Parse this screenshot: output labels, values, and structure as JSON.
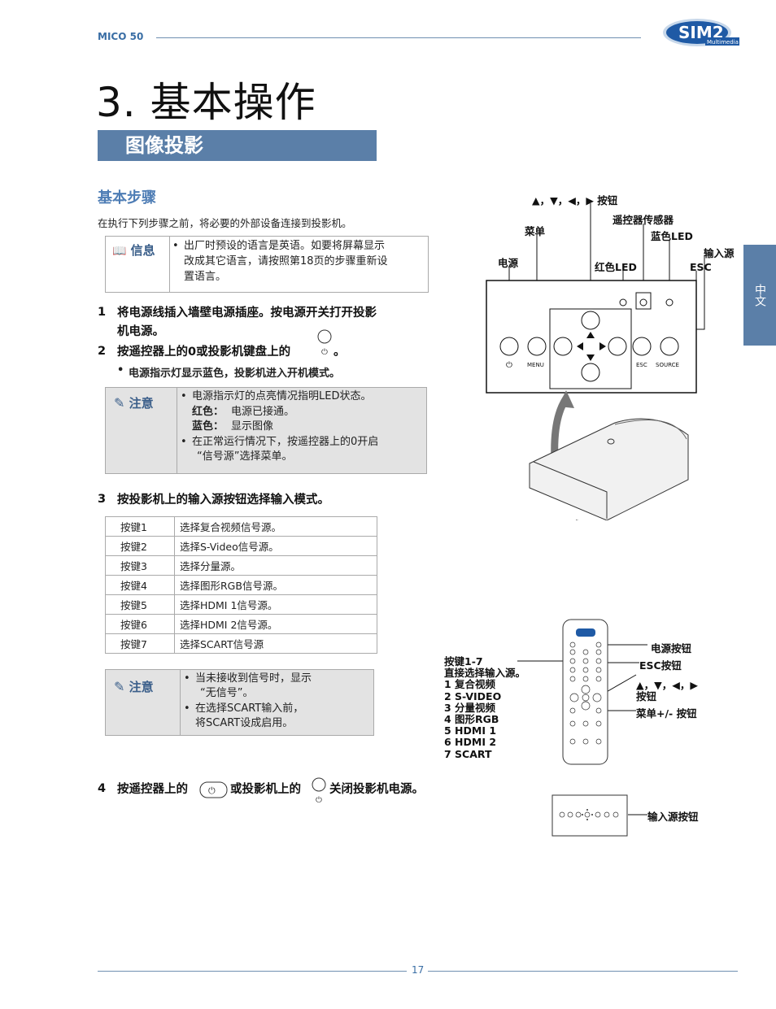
{
  "header": {
    "model": "MICO 50",
    "logo_text": "SIM2",
    "logo_sub": "Multimedia"
  },
  "chapter_title": "3. 基本操作",
  "section_banner": "图像投影",
  "subsection": "基本步骤",
  "intro": "在执行下列步骤之前，将必要的外部设备连接到投影机。",
  "info_box": {
    "label": "信息",
    "lines": [
      "出厂时预设的语言是英语。如要将屏幕显示",
      "改成其它语言，请按照第18页的步骤重新设",
      "置语言。"
    ]
  },
  "steps": {
    "s1_num": "1",
    "s1_line1": "将电源线插入墙壁电源插座。按电源开关打开投影",
    "s1_line2": "机电源。",
    "s2_num": "2",
    "s2_text": "按遥控器上的0或投影机键盘上的",
    "s2_end": "。",
    "s2_sub": "电源指示灯显示蓝色，投影机进入开机模式。",
    "s3_num": "3",
    "s3_text": "按投影机上的输入源按钮选择输入模式。",
    "s4_num": "4",
    "s4_a": "按遥控器上的",
    "s4_b": "或投影机上的",
    "s4_c": "关闭投影机电源。"
  },
  "note1": {
    "label": "注意",
    "l1": "电源指示灯的点亮情况指明LED状态。",
    "red_k": "红色：",
    "red_v": "电源已接通。",
    "blue_k": "蓝色：",
    "blue_v": "显示图像",
    "l2": "在正常运行情况下，按遥控器上的0开启",
    "l3": "“信号源”选择菜单。"
  },
  "key_table": [
    [
      "按键1",
      "选择复合视频信号源。"
    ],
    [
      "按键2",
      "选择S-Video信号源。"
    ],
    [
      "按键3",
      "选择分量源。"
    ],
    [
      "按键4",
      "选择图形RGB信号源。"
    ],
    [
      "按键5",
      "选择HDMI 1信号源。"
    ],
    [
      "按键6",
      "选择HDMI 2信号源。"
    ],
    [
      "按键7",
      "选择SCART信号源"
    ]
  ],
  "note2": {
    "label": "注意",
    "l1": "当未接收到信号时，显示",
    "l2": "“无信号”。",
    "l3": "在选择SCART输入前，",
    "l4": "将SCART设成启用。"
  },
  "panel_diagram": {
    "arrows_btn": "▲，▼，◀，▶ 按钮",
    "ir_sensor": "遥控器传感器",
    "menu": "菜单",
    "blue_led": "蓝色LED",
    "input": "输入源",
    "power": "电源",
    "red_led": "红色LED",
    "esc": "ESC",
    "lbl_menu": "MENU",
    "lbl_esc": "ESC",
    "lbl_source": "SOURCE"
  },
  "remote_diagram": {
    "left": [
      "按键1-7",
      "直接选择输入源。",
      "1 复合视频",
      "2 S-VIDEO",
      "3 分量视频",
      "4 图形RGB",
      "5 HDMI 1",
      "6 HDMI 2",
      "7 SCART"
    ],
    "power_btn": "电源按钮",
    "esc_btn": "ESC按钮",
    "arrows": "▲，▼，◀，▶",
    "arrows2": "按钮",
    "menu_btn": "菜单+/- 按钮",
    "input_btn": "输入源按钮"
  },
  "side_tab": "中文",
  "page_number": "17"
}
